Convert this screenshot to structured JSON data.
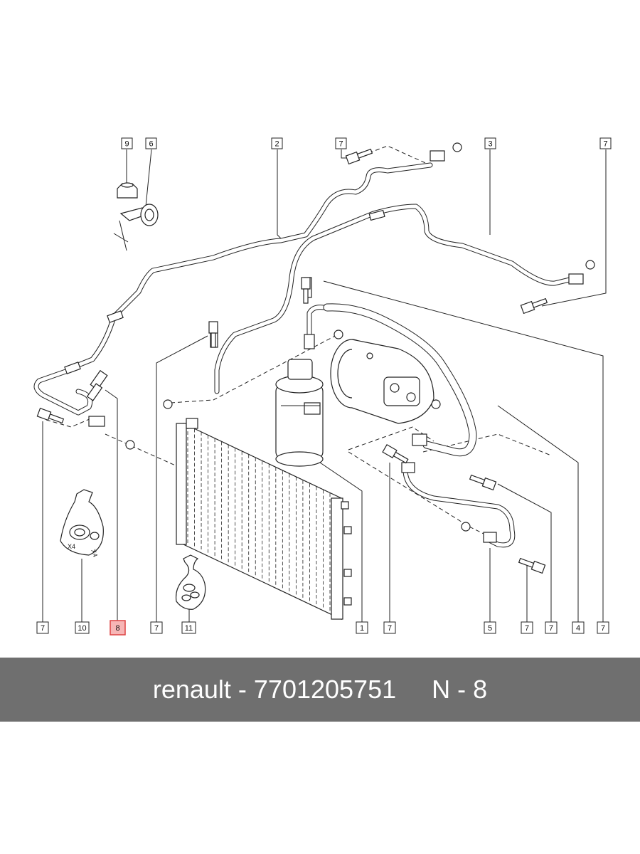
{
  "diagram": {
    "callouts_top": [
      "9",
      "6",
      "2",
      "7",
      "3",
      "7"
    ],
    "callouts_bottom": [
      "7",
      "10",
      "8",
      "7",
      "11",
      "1",
      "7",
      "5",
      "7",
      "7",
      "4",
      "7"
    ],
    "highlighted_callout": "8",
    "qty_labels": [
      "X4",
      "X4"
    ],
    "highlight_color": "#f7b6b6"
  },
  "footer": {
    "brand": "renault",
    "part_number": "7701205751",
    "callout": "N - 8",
    "background_color": "#6f6f6f"
  }
}
